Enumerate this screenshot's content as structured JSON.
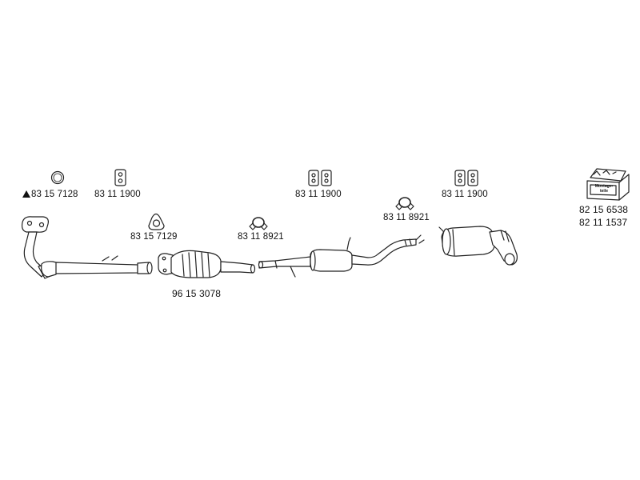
{
  "parts": {
    "gasket": "83 15 7128",
    "rubber_mount_1": "83 11 1900",
    "gasket_2": "83 15 7129",
    "clamp_1": "83 11 8921",
    "catalytic_converter": "96 15 3078",
    "rubber_mount_2": "83 11 1900",
    "clamp_2": "83 11 8921",
    "rubber_mount_3": "83 11 1900",
    "mounting_kit_1": "82 15 6538",
    "mounting_kit_2": "82 11 1537"
  },
  "mounting_kit_box_text": [
    "Montage-",
    "teile"
  ],
  "colors": {
    "line": "#222222",
    "fill": "#ffffff",
    "text": "#111111"
  }
}
